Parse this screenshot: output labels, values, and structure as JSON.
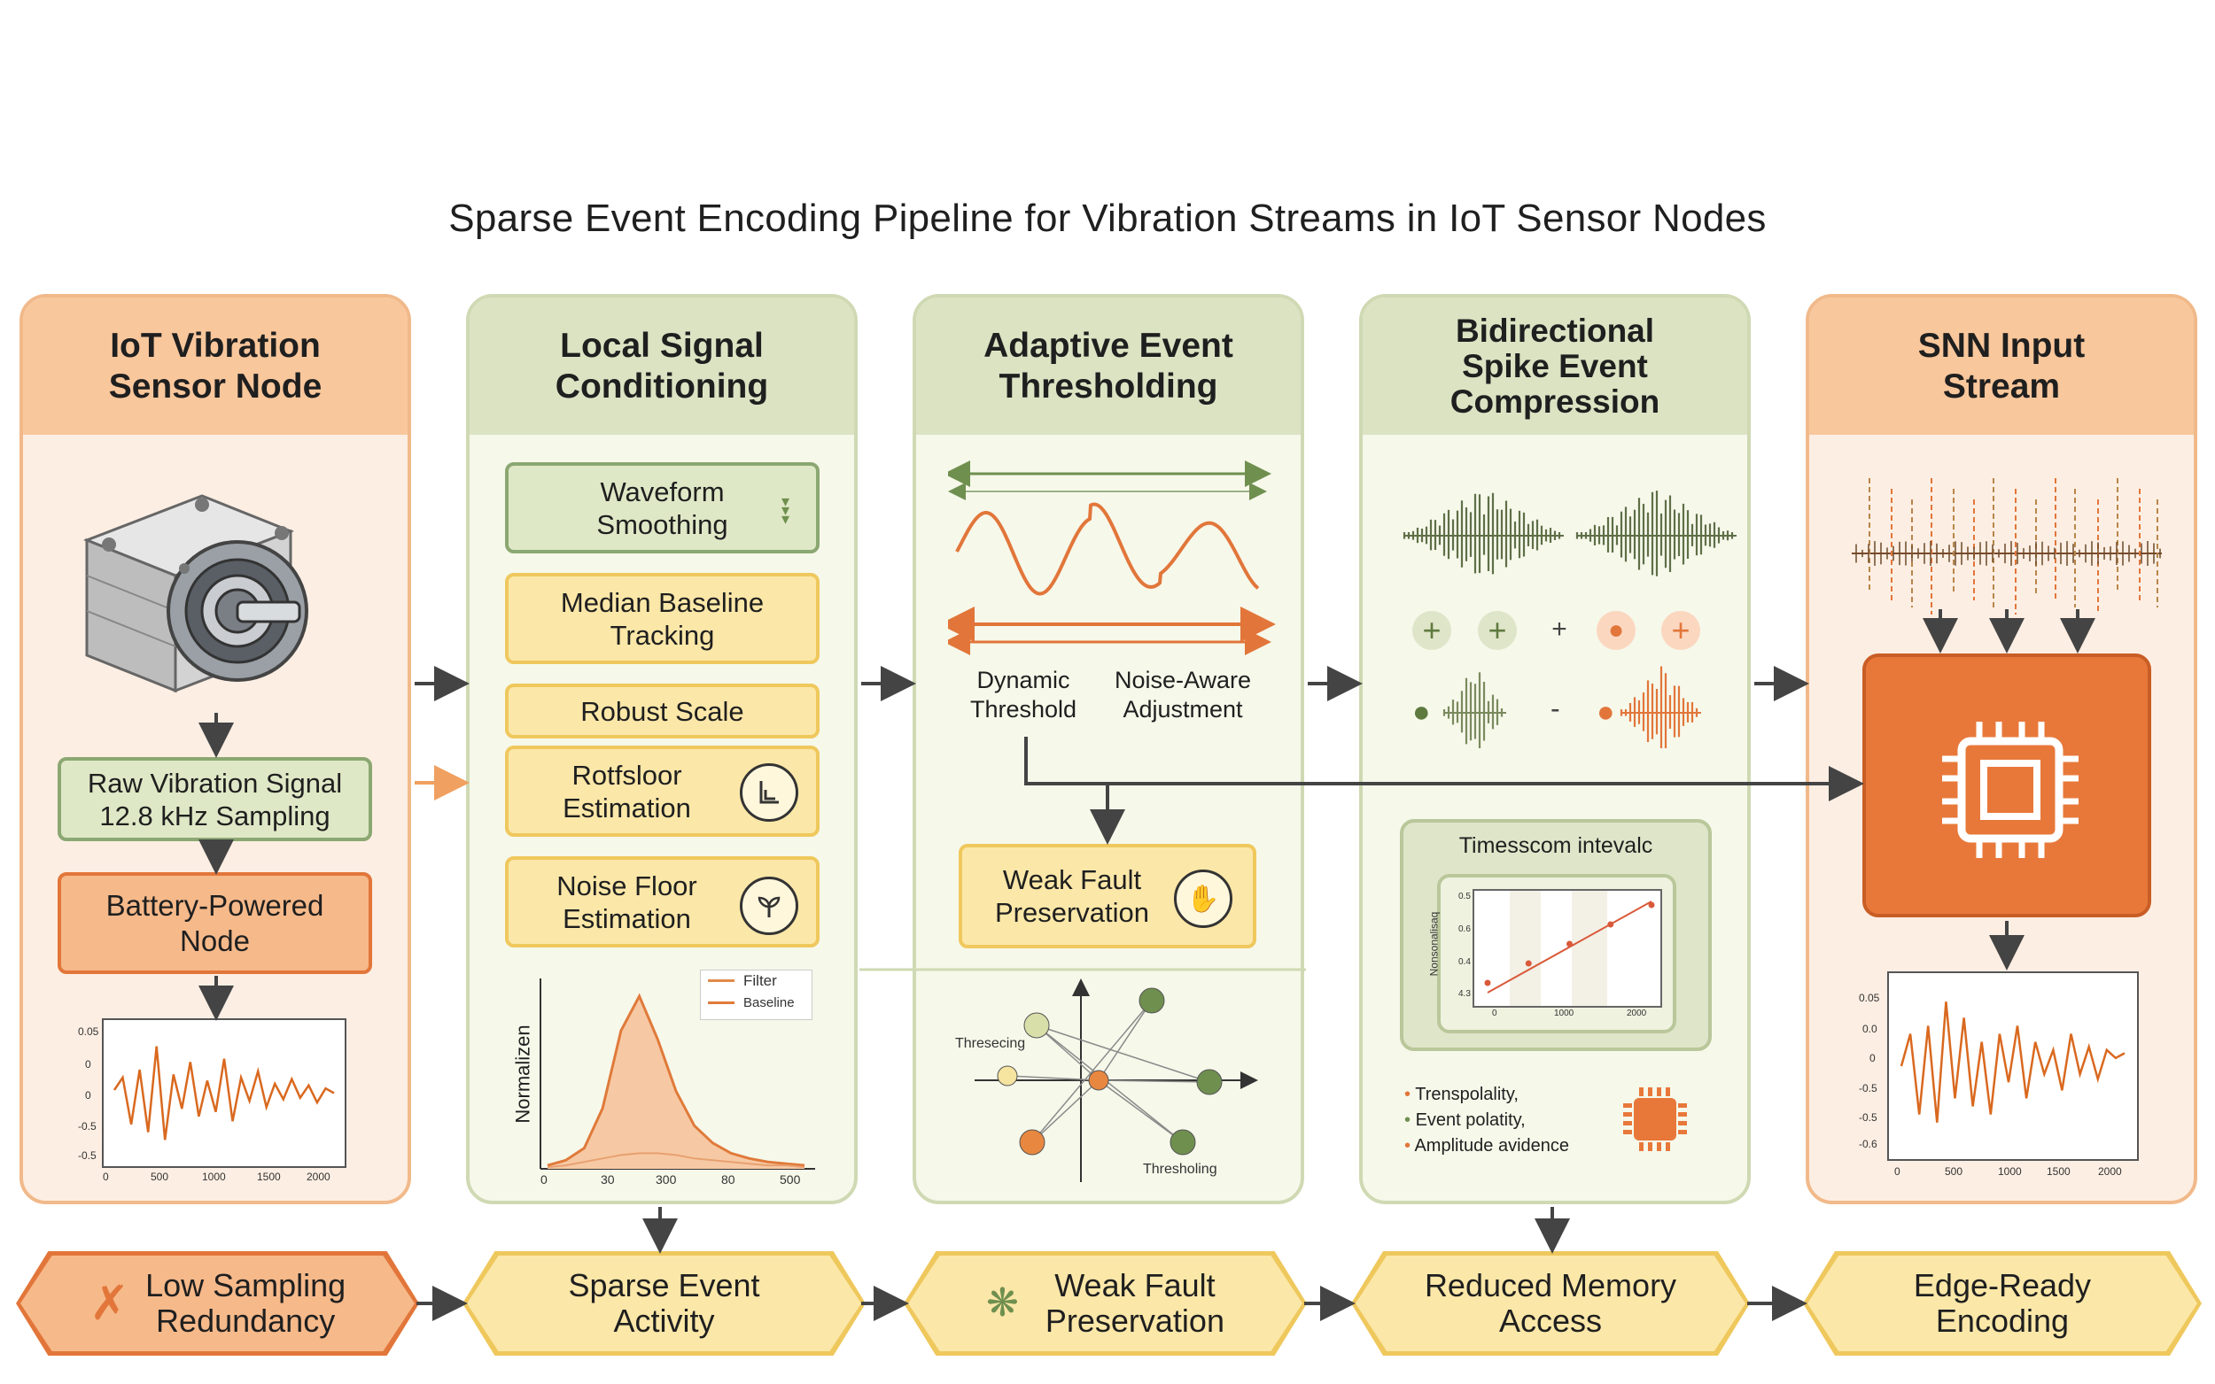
{
  "title": "Sparse Event Encoding Pipeline for Vibration Streams in IoT Sensor Nodes",
  "colors": {
    "orange_accent": "#e2763a",
    "green_accent": "#6f8f4f",
    "yellow_accent": "#efc85d"
  },
  "columns": [
    {
      "heading": "IoT Vibration\nSensor Node",
      "raw_signal": "Raw Vibration Signal\n12.8 kHz Sampling",
      "battery": "Battery-Powered\nNode",
      "plot_y_ticks": [
        "0.05",
        "0",
        "0",
        "-0.5",
        "-0.5"
      ],
      "plot_x_ticks": [
        "0",
        "500",
        "1000",
        "1500",
        "2000"
      ]
    },
    {
      "heading": "Local Signal\nConditioning",
      "steps": [
        "Waveform\nSmoothing",
        "Median Baseline\nTracking",
        "Robust Scale",
        "Rotfsloor\nEstimation",
        "Noise Floor\nEstimation"
      ],
      "plot_ylabel": "Normalizen",
      "plot_legend": [
        "Filter",
        "Baseline"
      ],
      "plot_x_ticks": [
        "0",
        "30",
        "300",
        "80",
        "500"
      ]
    },
    {
      "heading": "Adaptive Event\nThresholding",
      "labels": [
        "Dynamic\nThreshold",
        "Noise-Aware\nAdjustment"
      ],
      "weak_fault": "Weak Fault\nPreservation",
      "graph_labels": [
        "Thresecing",
        "Thresholing"
      ]
    },
    {
      "heading": "Bidirectional\nSpike Event\nCompression",
      "symbols_row1": [
        "+",
        "+",
        "+",
        "●",
        "+"
      ],
      "symbols_row2": [
        "●",
        "-",
        "●"
      ],
      "interval_title": "Timesscom intevalc",
      "interval_ylabel": "Nonsonalisaq",
      "interval_y_ticks": [
        "0.5",
        "0.6",
        "0.4",
        "4.3"
      ],
      "interval_x_ticks": [
        "0",
        "1000",
        "2000"
      ],
      "bullets": [
        "Trenspolality,",
        "Event polatity,",
        "Amplitude avidence"
      ]
    },
    {
      "heading": "SNN Input\nStream",
      "plot_y_ticks": [
        "0.05",
        "0.0",
        "0",
        "-0.5",
        "-0.5",
        "-0.6"
      ],
      "plot_x_ticks": [
        "0",
        "500",
        "1000",
        "1500",
        "2000"
      ]
    }
  ],
  "outcomes": [
    "Low Sampling\nRedundancy",
    "Sparse Event\nActivity",
    "Weak Fault\nPreservation",
    "Reduced Memory\nAccess",
    "Edge-Ready\nEncoding"
  ],
  "icons": [
    "motor-illustration",
    "wave-down-icon",
    "floor-chart-icon",
    "sprout-icon",
    "hand-icon",
    "microchip-icon",
    "tools-icon",
    "sparkle-icon"
  ],
  "chart_data": [
    {
      "type": "line",
      "title": "",
      "xlabel": "",
      "ylabel": "",
      "x_ticks": [
        "0",
        "500",
        "1000",
        "1500",
        "2000"
      ],
      "series": [
        {
          "values": [
            0.02,
            0.1,
            -0.2,
            0.15,
            -0.25,
            0.3,
            -0.3,
            0.12,
            -0.1,
            0.2,
            -0.15,
            0.08,
            -0.12,
            0.22,
            -0.18,
            0.1,
            -0.05,
            0.14,
            -0.09,
            0.06,
            -0.04,
            0.09,
            -0.03,
            0.05,
            -0.06,
            0.03,
            0.0
          ]
        }
      ]
    },
    {
      "type": "area",
      "title": "",
      "xlabel": "",
      "ylabel": "Normalizen",
      "x_ticks": [
        "0",
        "30",
        "300",
        "80",
        "500"
      ],
      "series": [
        {
          "name": "Filter",
          "values": [
            0.02,
            0.05,
            0.12,
            0.35,
            0.8,
            1.0,
            0.75,
            0.45,
            0.25,
            0.15,
            0.09,
            0.06,
            0.04,
            0.03,
            0.02
          ]
        },
        {
          "name": "Baseline",
          "values": [
            0.01,
            0.02,
            0.04,
            0.06,
            0.08,
            0.09,
            0.09,
            0.08,
            0.06,
            0.05,
            0.04,
            0.03,
            0.02,
            0.02,
            0.01
          ]
        }
      ]
    },
    {
      "type": "scatter",
      "title": "Timesscom intevalc",
      "xlabel": "",
      "ylabel": "Nonsonalisaq",
      "x_ticks": [
        "0",
        "1000",
        "2000"
      ],
      "series": [
        {
          "x": [
            0,
            500,
            1000,
            1500,
            2000
          ],
          "y": [
            0.1,
            0.3,
            0.5,
            0.7,
            0.9
          ]
        }
      ]
    },
    {
      "type": "line",
      "title": "",
      "xlabel": "",
      "ylabel": "",
      "x_ticks": [
        "0",
        "500",
        "1000",
        "1500",
        "2000"
      ],
      "series": [
        {
          "values": [
            0.0,
            0.2,
            -0.3,
            0.25,
            -0.35,
            0.4,
            -0.2,
            0.3,
            -0.25,
            0.15,
            -0.3,
            0.2,
            -0.1,
            0.25,
            -0.2,
            0.15,
            -0.05,
            0.1,
            -0.15,
            0.2,
            -0.05,
            0.12,
            -0.08,
            0.1,
            0.05,
            0.08
          ]
        }
      ]
    }
  ]
}
